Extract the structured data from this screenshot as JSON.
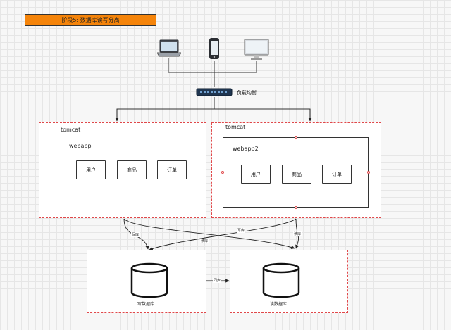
{
  "title": "阶段5: 数据库读写分离",
  "load_balancer": {
    "label": "负载均衡"
  },
  "clients": {
    "laptop": "laptop-icon",
    "phone": "phone-icon",
    "desktop": "desktop-icon"
  },
  "left_server": {
    "container": "tomcat",
    "app": "webapp",
    "modules": [
      "用户",
      "商品",
      "订单"
    ]
  },
  "right_server": {
    "container": "tomcat",
    "app": "webapp2",
    "modules": [
      "用户",
      "商品",
      "订单"
    ]
  },
  "edges": {
    "left_write": "写库",
    "left_read": "读库",
    "right_write": "写库",
    "right_read": "读库",
    "sync": "同步"
  },
  "databases": {
    "write": "写数据库",
    "read": "读数据库"
  },
  "colors": {
    "title_bg": "#f5840a",
    "region_border": "#e0484a",
    "switch": "#1f3550"
  }
}
